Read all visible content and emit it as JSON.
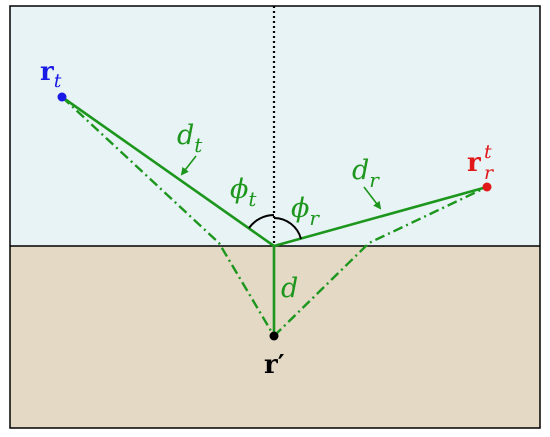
{
  "colors": {
    "air": "#e8f3f5",
    "ground": "#e3d9c5",
    "path": "#1c961c",
    "transmitter": "#1a1ae6",
    "receiver": "#e01818",
    "image_point": "#000000",
    "frame": "#000000"
  },
  "labels": {
    "r_t_main": "r",
    "r_t_sub": "t",
    "r_r_main": "r",
    "r_r_sub": "r",
    "r_r_sup": "t",
    "r_prime": "r′",
    "d_t_main": "d",
    "d_t_sub": "t",
    "d_r_main": "d",
    "d_r_sub": "r",
    "d": "d",
    "phi_t_main": "ϕ",
    "phi_t_sub": "t",
    "phi_r_main": "ϕ",
    "phi_r_sub": "r"
  }
}
